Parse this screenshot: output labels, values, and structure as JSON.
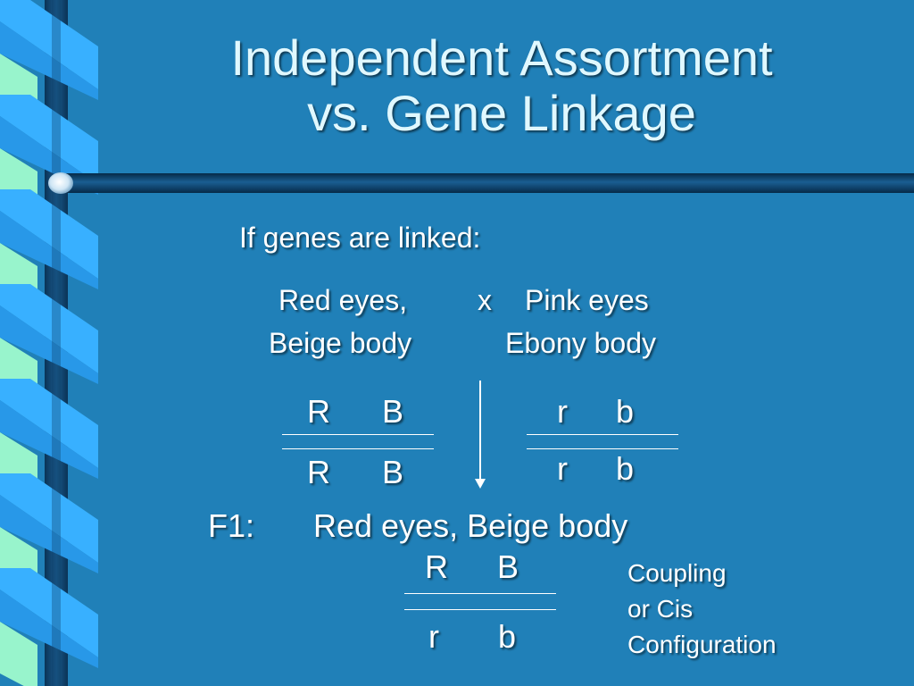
{
  "slide": {
    "title_line1": "Independent Assortment",
    "title_line2": "vs. Gene Linkage",
    "intro": "If genes are linked:",
    "parent1": {
      "line1": "Red eyes,",
      "line2": "Beige body"
    },
    "cross_symbol": "x",
    "parent2": {
      "line1": "Pink eyes",
      "line2": "Ebony body"
    },
    "genotype_p1": {
      "top_a": "R",
      "top_b": "B",
      "bottom_a": "R",
      "bottom_b": "B"
    },
    "genotype_p2": {
      "top_a": "r",
      "top_b": "b",
      "bottom_a": "r",
      "bottom_b": "b"
    },
    "f1_label": "F1:",
    "f1_phenotype": "Red eyes, Beige body",
    "genotype_f1": {
      "top_a": "R",
      "top_b": "B",
      "bottom_a": "r",
      "bottom_b": "b"
    },
    "note": {
      "line1": "Coupling",
      "line2": "or Cis",
      "line3": "Configuration"
    }
  },
  "colors": {
    "background": "#2080b8",
    "ribbon_mint": "#90f0c8",
    "ribbon_blue": "#30a8ff",
    "bar_dark": "#0a3a60"
  },
  "icons": [
    "dna-ribbon-decoration",
    "title-divider-bar",
    "down-arrow-icon"
  ]
}
